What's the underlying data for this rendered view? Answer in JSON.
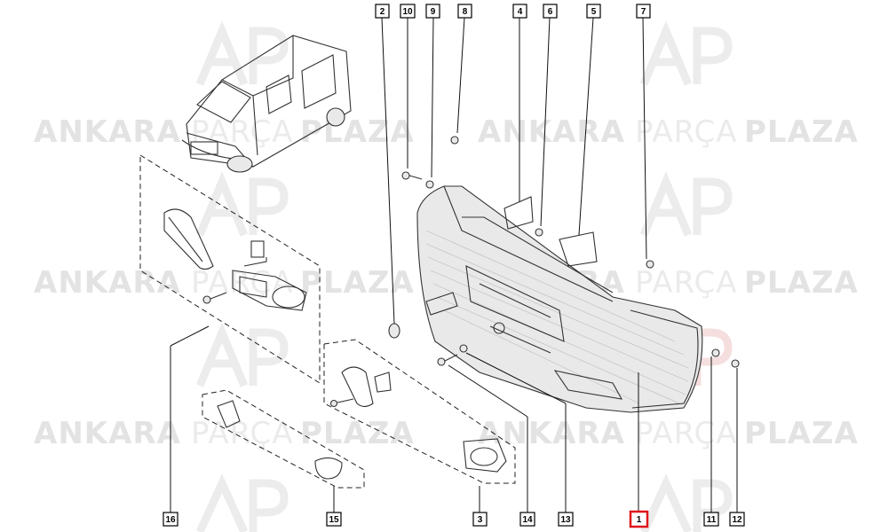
{
  "watermark": {
    "brand_bold": "ANKARA",
    "brand_light": "PARÇA",
    "brand_bold2": "PLAZA",
    "logo_text": "AP",
    "color": "#e3e3e3"
  },
  "callouts": [
    {
      "id": "c2",
      "label": "2"
    },
    {
      "id": "c10",
      "label": "10"
    },
    {
      "id": "c9",
      "label": "9"
    },
    {
      "id": "c8",
      "label": "8"
    },
    {
      "id": "c4",
      "label": "4"
    },
    {
      "id": "c6",
      "label": "6"
    },
    {
      "id": "c5",
      "label": "5"
    },
    {
      "id": "c7",
      "label": "7"
    },
    {
      "id": "c16",
      "label": "16"
    },
    {
      "id": "c15",
      "label": "15"
    },
    {
      "id": "c3",
      "label": "3"
    },
    {
      "id": "c14",
      "label": "14"
    },
    {
      "id": "c13",
      "label": "13"
    },
    {
      "id": "c1",
      "label": "1",
      "highlight": true,
      "highlight_color": "#e0141b"
    },
    {
      "id": "c11",
      "label": "11"
    },
    {
      "id": "c12",
      "label": "12"
    }
  ]
}
